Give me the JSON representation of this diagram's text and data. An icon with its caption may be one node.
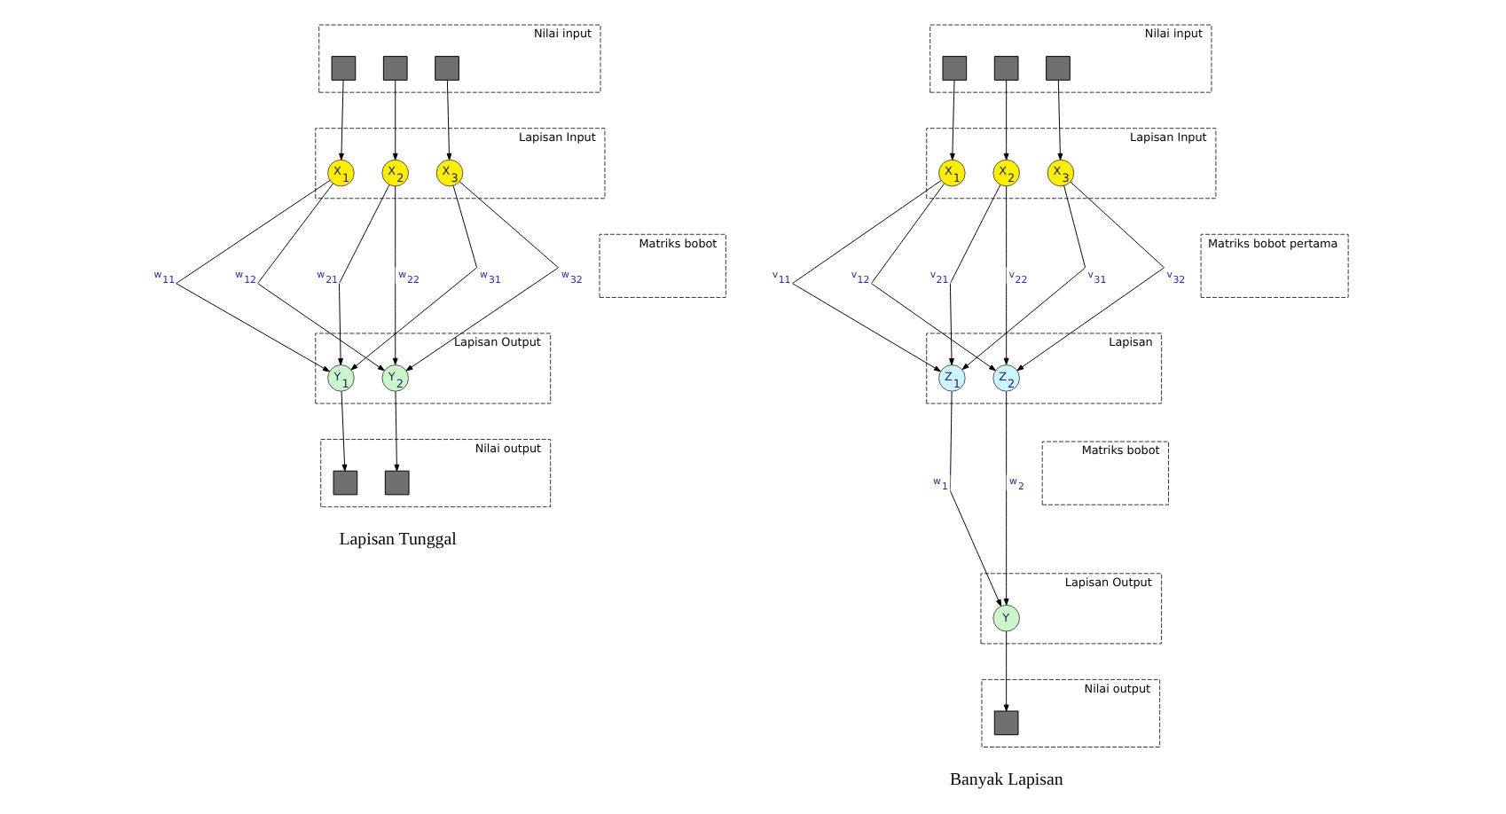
{
  "diagram": {
    "nodes": [
      {
        "text": [
          "Nilai input"
        ]
      },
      {
        "text": [],
        "shape": "box",
        "in": 0
      },
      {
        "text": [],
        "shape": "box",
        "in": 0
      },
      {
        "text": [],
        "shape": "box",
        "in": 0
      },
      {
        "text": [
          "Lapisan Input"
        ]
      },
      {
        "text": [
          "X$_{1}$"
        ],
        "in": 4
      },
      {
        "text": [
          "X$_{2}$"
        ],
        "in": 4
      },
      {
        "text": [
          "X$_{3}$"
        ],
        "in": 4
      },
      {
        "text": [
          "Matriks bobot"
        ]
      },
      {
        "text": [
          "Lapisan Output"
        ]
      },
      {
        "text": [
          "Y$_{1}$"
        ],
        "in": 9
      },
      {
        "text": [
          "Y$_{2}$"
        ],
        "in": 9
      },
      {
        "text": [
          "Nilai output"
        ]
      },
      {
        "text": [],
        "shape": "box",
        "in": 12
      },
      {
        "text": [],
        "shape": "box",
        "in": 12
      },
      {
        "text": [
          "Nilai input"
        ]
      },
      {
        "text": [],
        "shape": "box",
        "in": 15
      },
      {
        "text": [],
        "shape": "box",
        "in": 15
      },
      {
        "text": [],
        "shape": "box",
        "in": 15
      },
      {
        "text": [
          "Lapisan Input"
        ]
      },
      {
        "text": [
          "X$_{1}$"
        ],
        "in": 19
      },
      {
        "text": [
          "X$_{2}$"
        ],
        "in": 19
      },
      {
        "text": [
          "X$_{3}$"
        ],
        "in": 19
      },
      {
        "text": [
          "Matriks bobot pertama"
        ]
      },
      {
        "text": [
          "Lapisan"
        ]
      },
      {
        "text": [
          "Z$_{1}$"
        ],
        "in": 24
      },
      {
        "text": [
          "Z$_{2}$"
        ],
        "in": 24
      },
      {
        "text": [
          "Matriks bobot"
        ]
      },
      {
        "text": [
          "Lapisan Output"
        ]
      },
      {
        "text": [
          "Y"
        ],
        "in": 28
      },
      {
        "text": [
          "Nilai output"
        ]
      },
      {
        "text": [],
        "shape": "box",
        "in": 30
      }
    ],
    "edges": [
      {
        "from": 1,
        "to": 5,
        "arrow": "to"
      },
      {
        "from": 2,
        "to": 6,
        "arrow": "to"
      },
      {
        "from": 3,
        "to": 7,
        "arrow": "to"
      },
      {
        "from": 5,
        "to": 10,
        "arrow": "to",
        "label": "w$_{11}$"
      },
      {
        "from": 5,
        "to": 11,
        "arrow": "to",
        "label": "w$_{12}$"
      },
      {
        "from": 6,
        "to": 10,
        "arrow": "to",
        "label": "w$_{21}$"
      },
      {
        "from": 6,
        "to": 11,
        "arrow": "to",
        "label": "w$_{22}$"
      },
      {
        "from": 7,
        "to": 10,
        "arrow": "to",
        "label": "w$_{31}$"
      },
      {
        "from": 7,
        "to": 11,
        "arrow": "to",
        "label": "w$_{32}$"
      },
      {
        "from": 10,
        "to": 13,
        "arrow": "to"
      },
      {
        "from": 11,
        "to": 14,
        "arrow": "to"
      },
      {
        "from": 16,
        "to": 20,
        "arrow": "to"
      },
      {
        "from": 17,
        "to": 21,
        "arrow": "to"
      },
      {
        "from": 18,
        "to": 22,
        "arrow": "to"
      },
      {
        "from": 20,
        "to": 25,
        "arrow": "to",
        "label": "v$_{11}$"
      },
      {
        "from": 20,
        "to": 26,
        "arrow": "to",
        "label": "v$_{12}$"
      },
      {
        "from": 21,
        "to": 25,
        "arrow": "to",
        "label": "v$_{21}$"
      },
      {
        "from": 21,
        "to": 26,
        "arrow": "to",
        "label": "v$_{22}$"
      },
      {
        "from": 22,
        "to": 25,
        "arrow": "to",
        "label": "v$_{31}$"
      },
      {
        "from": 22,
        "to": 26,
        "arrow": "to",
        "label": "v$_{32}$"
      },
      {
        "from": 25,
        "to": 29,
        "arrow": "to",
        "label": "w$_{1}$"
      },
      {
        "from": 26,
        "to": 29,
        "arrow": "to",
        "label": "w$_{2}$"
      },
      {
        "from": 29,
        "to": 31,
        "arrow": "to"
      }
    ],
    "labels": [
      "Lapisan Tunggal",
      "Banyak Lapisan"
    ]
  }
}
